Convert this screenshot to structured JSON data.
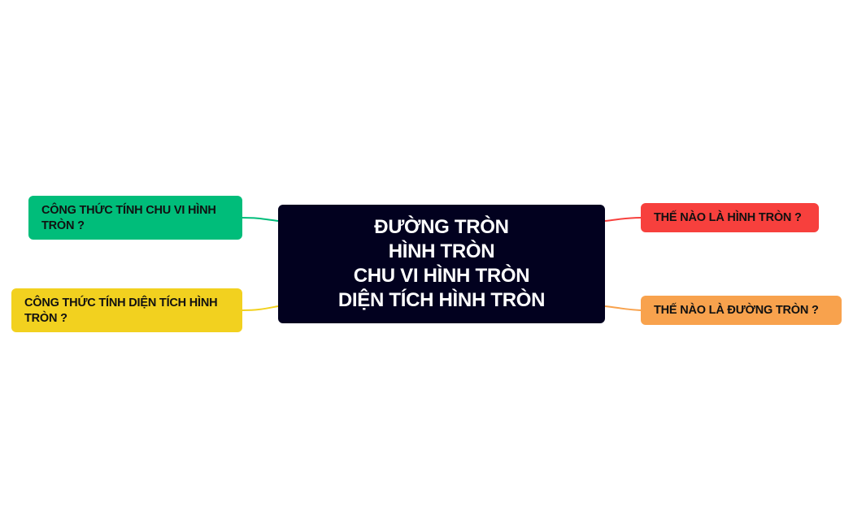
{
  "central_topic": {
    "lines": [
      "ĐƯỜNG TRÒN",
      "HÌNH TRÒN",
      "CHU VI HÌNH TRÒN",
      "DIỆN TÍCH HÌNH TRÒN"
    ]
  },
  "branches": {
    "perimeter_formula": {
      "label": "CÔNG THỨC TÍNH CHU VI HÌNH TRÒN ?",
      "color": "#00bd7a"
    },
    "area_formula": {
      "label": "CÔNG THỨC TÍNH DIỆN TÍCH HÌNH TRÒN ?",
      "color": "#f2d11f"
    },
    "what_is_disc": {
      "label": "THẾ NÀO LÀ HÌNH TRÒN ?",
      "color": "#f7403d"
    },
    "what_is_circle": {
      "label": "THẾ NÀO LÀ ĐƯỜNG TRÒN ?",
      "color": "#f8a24d"
    }
  },
  "central_color": "#02011f"
}
